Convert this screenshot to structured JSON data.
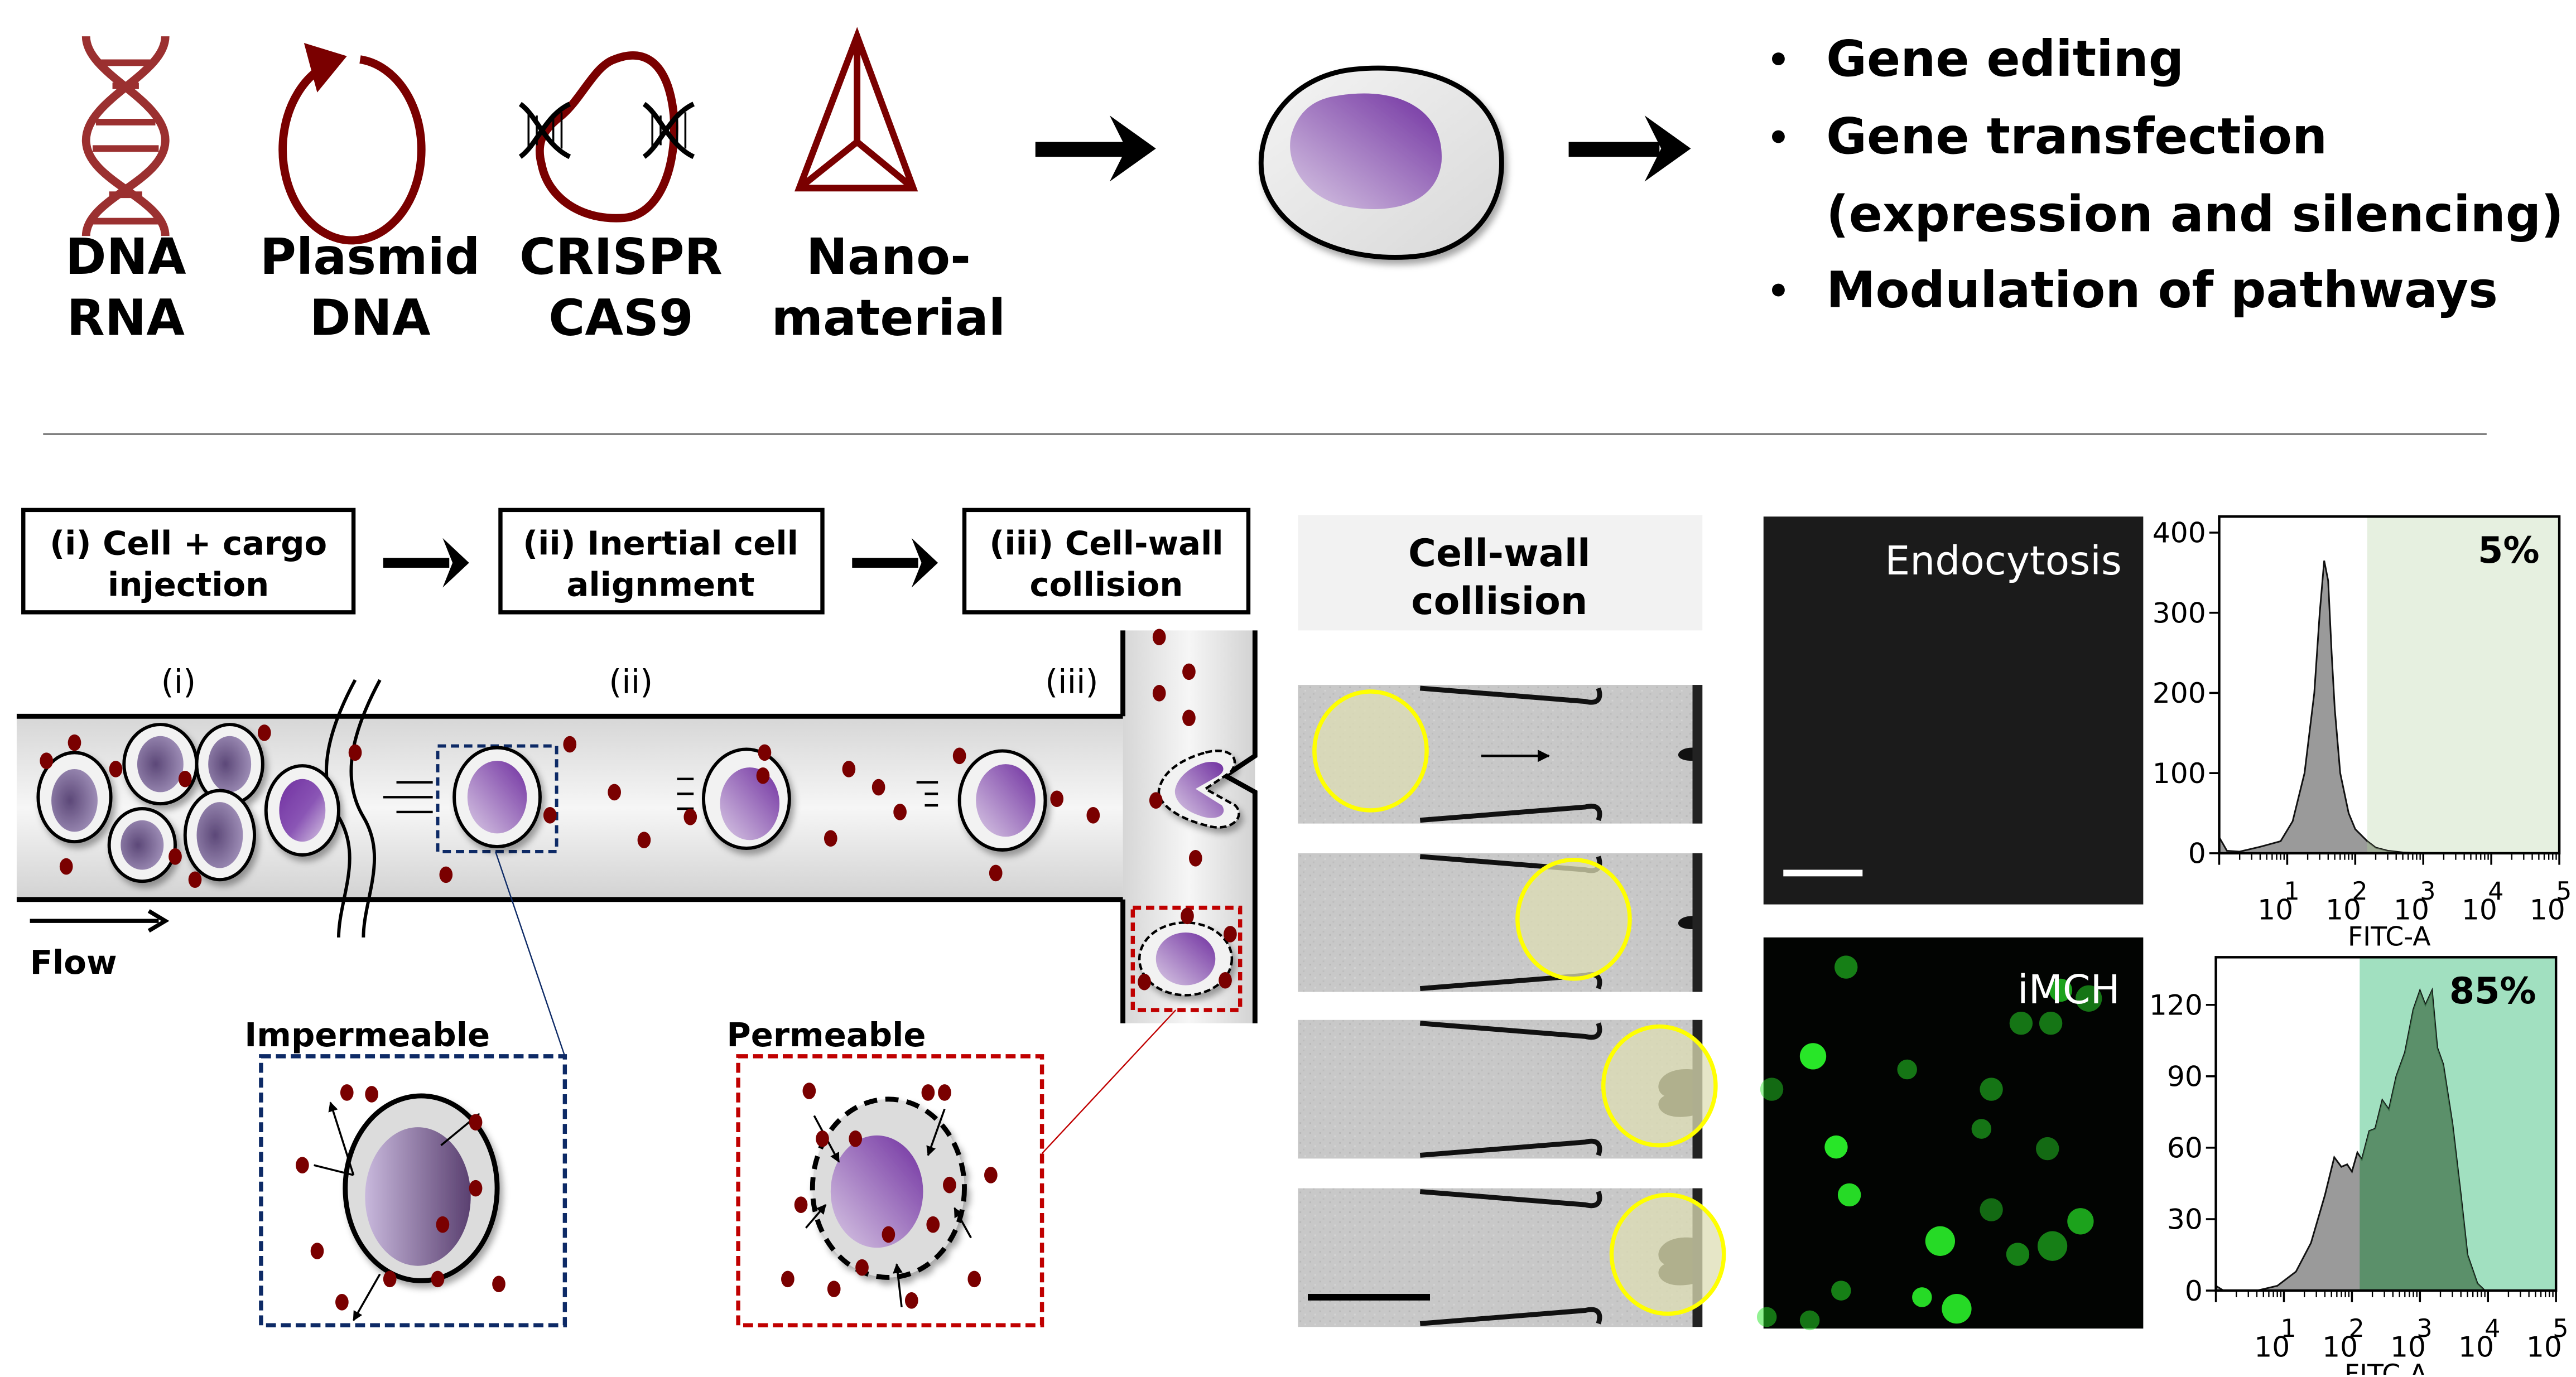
{
  "top": {
    "cargo_items": [
      {
        "icon": "dna-helix-icon",
        "label_lines": [
          "DNA",
          "RNA"
        ]
      },
      {
        "icon": "plasmid-icon",
        "label_lines": [
          "Plasmid",
          "DNA"
        ]
      },
      {
        "icon": "crispr-cas9-icon",
        "label_lines": [
          "CRISPR",
          "CAS9"
        ]
      },
      {
        "icon": "nanomaterial-tetrahedron-icon",
        "label_lines": [
          "Nano-",
          "material"
        ]
      }
    ],
    "outcomes": [
      {
        "bullet": "•",
        "lines": [
          "Gene editing"
        ]
      },
      {
        "bullet": "•",
        "lines": [
          "Gene transfection",
          "(expression and silencing)"
        ]
      },
      {
        "bullet": "•",
        "lines": [
          "Modulation of pathways"
        ]
      }
    ]
  },
  "process": {
    "steps": [
      {
        "lines": [
          "(i) Cell + cargo",
          "injection"
        ]
      },
      {
        "lines": [
          "(ii) Inertial cell",
          "alignment"
        ]
      },
      {
        "lines": [
          "(iii) Cell-wall",
          "collision"
        ]
      }
    ],
    "region_labels": [
      "(i)",
      "(ii)",
      "(iii)"
    ],
    "flow_label": "Flow",
    "impermeable_label": "Impermeable",
    "permeable_label": "Permeable"
  },
  "micrographs": {
    "header_lines": [
      "Cell-wall",
      "collision"
    ]
  },
  "fluorescence": {
    "endocytosis_label": "Endocytosis",
    "imch_label": "iMCH"
  },
  "colors": {
    "cargo_red": "#7a0000",
    "cell_purple": "#7030a0",
    "impermeable_box": "#0d2a66",
    "permeable_box": "#c00000",
    "gate_low": "#e6f0e0",
    "gate_high": "#a1e0c0"
  },
  "chart_data": [
    {
      "type": "area",
      "title": "",
      "annotation": "5%",
      "xlabel": "FITC-A",
      "ylabel": "",
      "xscale": "log",
      "xlim": [
        1,
        100000
      ],
      "ylim": [
        0,
        420
      ],
      "x_tick_labels": [
        "10^1",
        "10^2",
        "10^3",
        "10^4",
        "10^5"
      ],
      "y_ticks": [
        0,
        100,
        200,
        300,
        400
      ],
      "y_tick_labels": [
        "0",
        "100",
        "200",
        "300",
        "400"
      ],
      "gate_start": 150,
      "x": [
        1,
        1.3,
        2,
        4,
        8,
        12,
        18,
        25,
        30,
        35,
        40,
        45,
        50,
        60,
        80,
        100,
        150,
        200,
        300,
        500,
        1000,
        100000
      ],
      "values": [
        20,
        3,
        2,
        8,
        15,
        40,
        100,
        200,
        300,
        365,
        340,
        250,
        180,
        100,
        50,
        30,
        15,
        7,
        3,
        1,
        0,
        0
      ]
    },
    {
      "type": "area",
      "title": "",
      "annotation": "85%",
      "xlabel": "FITC-A",
      "ylabel": "",
      "xscale": "log",
      "xlim": [
        1,
        100000
      ],
      "ylim": [
        0,
        140
      ],
      "x_tick_labels": [
        "10^1",
        "10^2",
        "10^3",
        "10^4",
        "10^5"
      ],
      "y_ticks": [
        0,
        30,
        60,
        90,
        120
      ],
      "y_tick_labels": [
        "0",
        "30",
        "60",
        "90",
        "120"
      ],
      "gate_start": 130,
      "x": [
        1,
        1.3,
        2,
        4,
        8,
        15,
        25,
        40,
        55,
        70,
        85,
        100,
        120,
        140,
        180,
        220,
        280,
        350,
        450,
        600,
        800,
        1000,
        1200,
        1500,
        1800,
        2200,
        3000,
        4000,
        5000,
        7000,
        9000,
        12000,
        100000
      ],
      "values": [
        2,
        0,
        0,
        0,
        2,
        8,
        20,
        40,
        56,
        52,
        53,
        50,
        58,
        55,
        67,
        68,
        80,
        76,
        90,
        100,
        118,
        126,
        120,
        126,
        102,
        95,
        70,
        40,
        15,
        3,
        0,
        0,
        0
      ]
    }
  ]
}
